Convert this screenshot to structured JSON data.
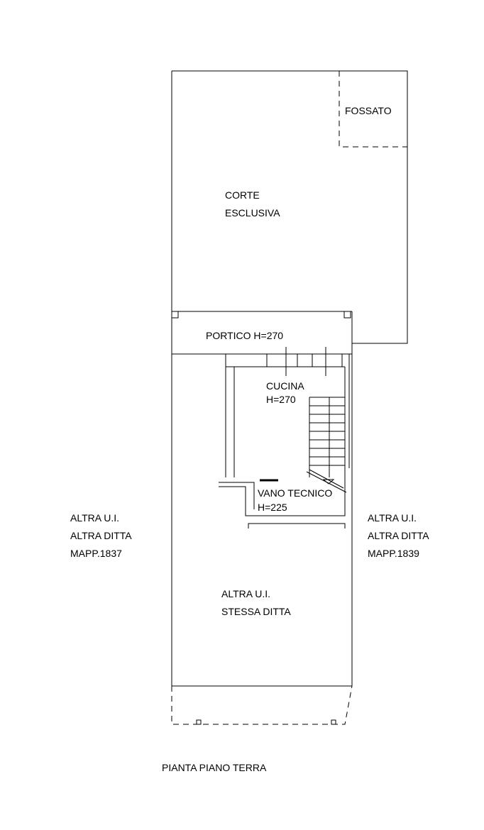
{
  "labels": {
    "fossato": "FOSSATO",
    "corte_1": "CORTE",
    "corte_2": "ESCLUSIVA",
    "portico": "PORTICO H=270",
    "cucina_1": "CUCINA",
    "cucina_2": "H=270",
    "vano_1": "VANO TECNICO",
    "vano_2": "H=225",
    "left_1": "ALTRA U.I.",
    "left_2": "ALTRA DITTA",
    "left_3": "MAPP.1837",
    "right_1": "ALTRA U.I.",
    "right_2": "ALTRA DITTA",
    "right_3": "MAPP.1839",
    "center_1": "ALTRA U.I.",
    "center_2": "STESSA DITTA",
    "title": "PIANTA PIANO TERRA"
  }
}
